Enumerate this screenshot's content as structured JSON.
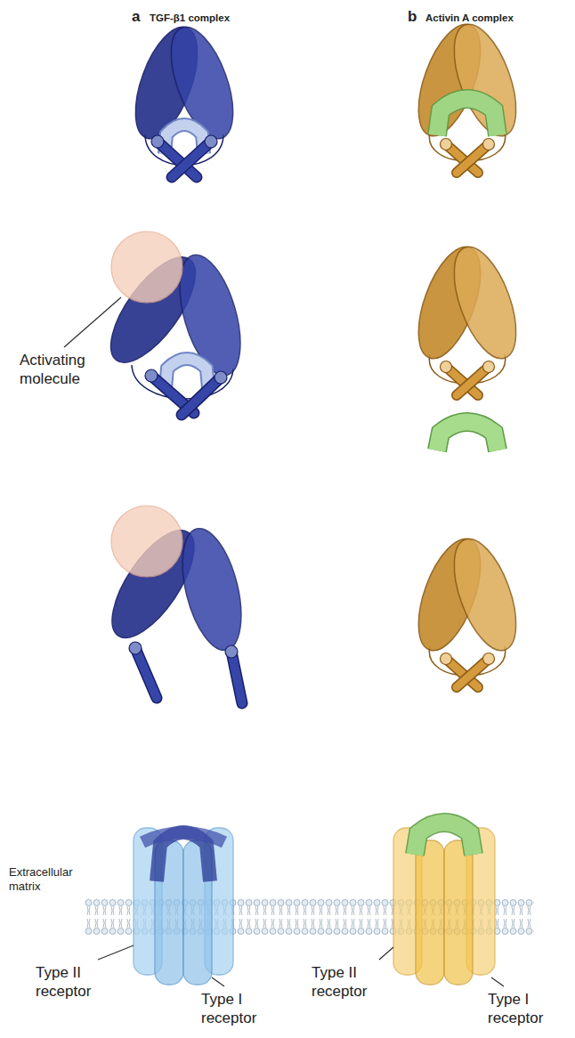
{
  "diagram": {
    "labels": [
      "a",
      "TGF-β1 complex",
      "b",
      "Activin A complex",
      "Activating molecule",
      "Extracellular matrix",
      "Type II receptor",
      "Type I receptor",
      "Type II receptor",
      "Type I receptor"
    ]
  }
}
